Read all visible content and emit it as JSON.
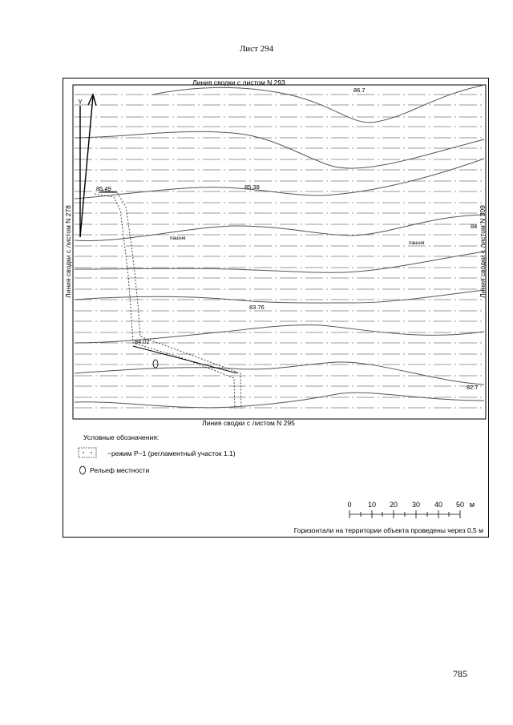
{
  "sheet": {
    "title": "Лист 294",
    "page_number": "785"
  },
  "map": {
    "border_labels": {
      "top": "Линия сводки с листом N 293",
      "bottom": "Линия сводки с листом N 295",
      "left": "Линия сводки с листом N 278",
      "right": "Линия сводки с листом N 309"
    },
    "elevations": [
      "86.7",
      "85.49",
      "85.38",
      "84",
      "83.76",
      "84.02",
      "82.7"
    ],
    "land_labels": [
      "пашня",
      "пашня"
    ],
    "grid_label": "Y"
  },
  "legend": {
    "title": "Условные обозначения:",
    "items": [
      {
        "symbol": "dotted-rectangle",
        "text": "−режим Р−1 (регламентный участок 1.1)"
      },
      {
        "symbol": "relief-symbol",
        "text": "Рельеф местности"
      }
    ]
  },
  "scale_bar": {
    "ticks": [
      "0",
      "10",
      "20",
      "30",
      "40",
      "50"
    ],
    "unit": "м"
  },
  "note": "Горизонтали на территории объекта проведены через 0,5 м"
}
